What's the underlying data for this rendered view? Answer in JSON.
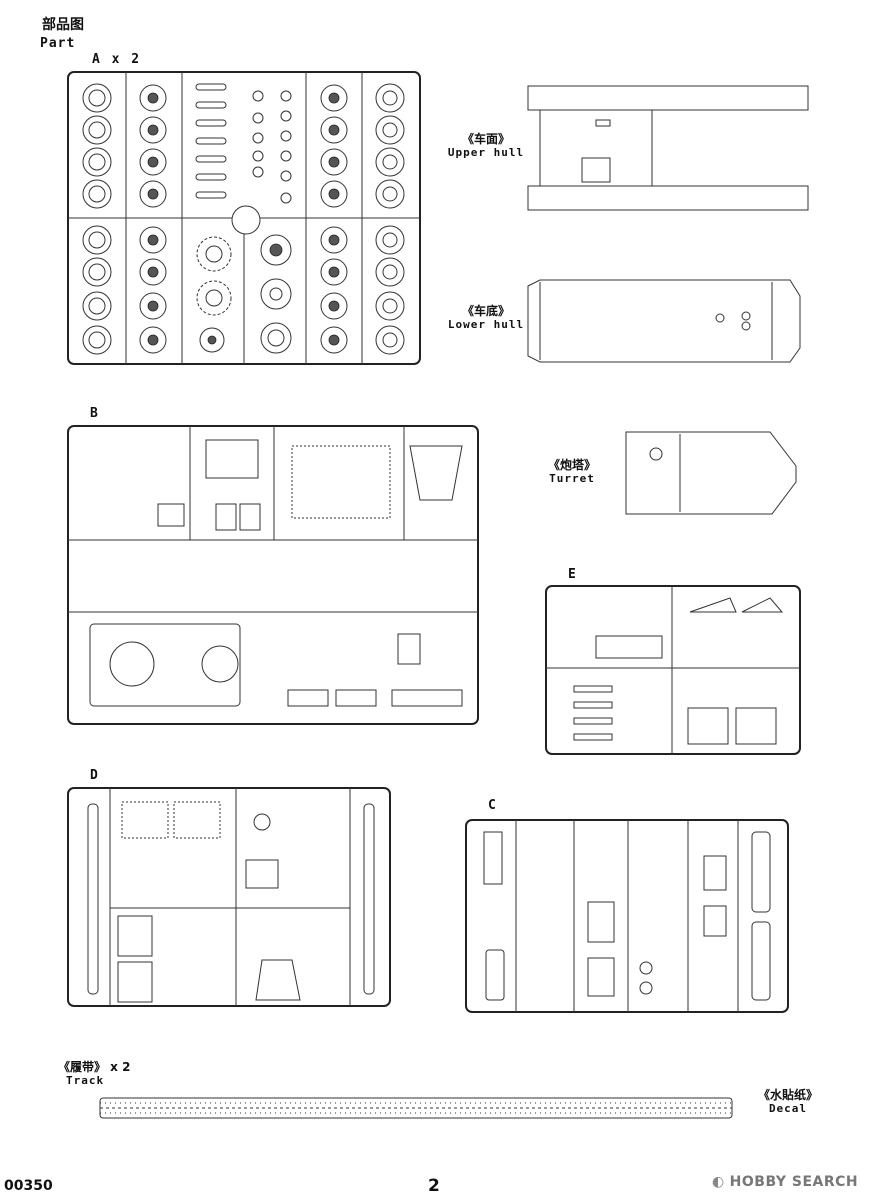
{
  "header": {
    "title_zh": "部品图",
    "title_en": "Part"
  },
  "sprues": {
    "a": "A x 2",
    "b": "B",
    "c": "C",
    "d": "D",
    "e": "E"
  },
  "labels": {
    "upper_hull_zh": "《车面》",
    "upper_hull_en": "Upper hull",
    "lower_hull_zh": "《车底》",
    "lower_hull_en": "Lower hull",
    "turret_zh": "《炮塔》",
    "turret_en": "Turret",
    "track_zh": "《履带》 x 2",
    "track_en": "Track",
    "decal_zh": "《水貼纸》",
    "decal_en": "Decal"
  },
  "footer": {
    "code": "00350",
    "page": "2"
  },
  "watermark": {
    "brand": "HOBBY SEARCH"
  }
}
